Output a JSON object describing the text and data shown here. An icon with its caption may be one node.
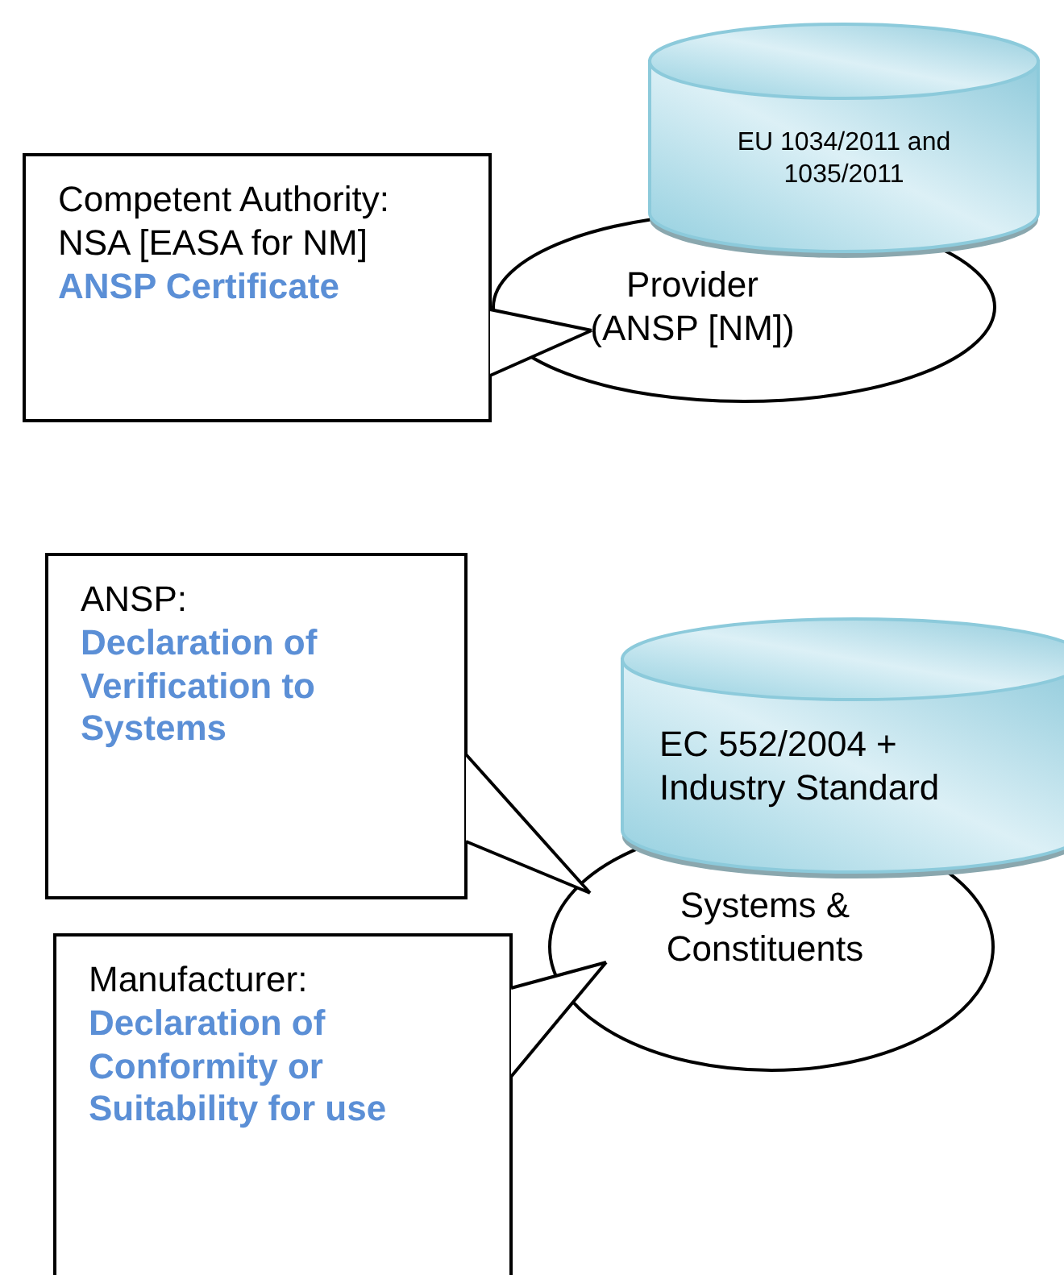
{
  "diagram": {
    "nodes": [
      {
        "text": [
          "Competent Authority: NSA [EASA for NM]",
          "ANSP Certificate"
        ]
      },
      {
        "text": [
          "Provider (ANSP [NM])"
        ]
      },
      {
        "text": [
          "EU 1034/2011 and 1035/2011"
        ]
      },
      {
        "text": [
          "ANSP:",
          "Declaration of Verification to Systems"
        ]
      },
      {
        "text": [
          "Systems & Constituents"
        ]
      },
      {
        "text": [
          "EC 552/2004 + Industry Standard"
        ]
      },
      {
        "text": [
          "Manufacturer:",
          "Declaration of Conformity or Suitability for use"
        ]
      }
    ],
    "edges": [
      {
        "from": 0,
        "to": 1,
        "arrow": "none"
      },
      {
        "from": 3,
        "to": 4,
        "arrow": "none"
      },
      {
        "from": 6,
        "to": 4,
        "arrow": "none"
      }
    ]
  }
}
